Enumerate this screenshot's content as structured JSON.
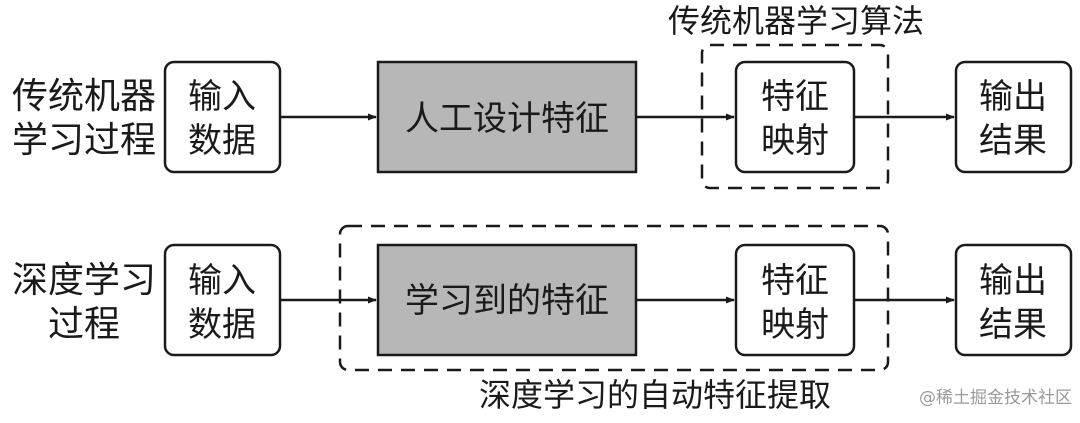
{
  "colors": {
    "stroke": "#1a1a1a",
    "gray_fill": "#b7b7b7",
    "white_fill": "#ffffff",
    "watermark": "#9a9a9a"
  },
  "row1": {
    "label": [
      "传统机器",
      "学习过程"
    ],
    "input": [
      "输入",
      "数据"
    ],
    "feature": [
      "人工设计特征"
    ],
    "mapping": [
      "特征",
      "映射"
    ],
    "output": [
      "输出",
      "结果"
    ],
    "group_caption": "传统机器学习算法"
  },
  "row2": {
    "label": [
      "深度学习",
      "过程"
    ],
    "input": [
      "输入",
      "数据"
    ],
    "feature": [
      "学习到的特征"
    ],
    "mapping": [
      "特征",
      "映射"
    ],
    "output": [
      "输出",
      "结果"
    ],
    "group_caption": "深度学习的自动特征提取"
  },
  "watermark": "@稀土掘金技术社区"
}
